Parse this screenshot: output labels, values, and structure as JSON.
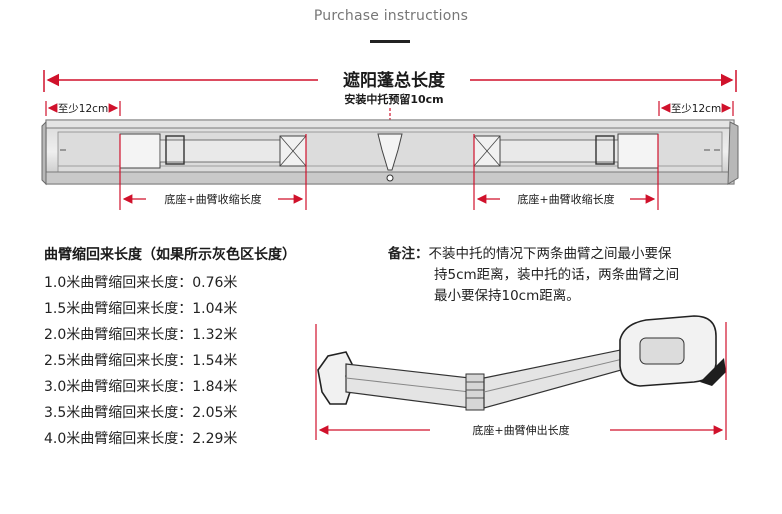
{
  "header": {
    "title": "Purchase instructions"
  },
  "diagram": {
    "total_length": "遮阳蓬总长度",
    "center_bracket": "安装中托预留10cm",
    "min_left": "至少12cm",
    "min_right": "至少12cm",
    "retract_left": "底座+曲臂收缩长度",
    "retract_right": "底座+曲臂收缩长度",
    "extend": "底座+曲臂伸出长度"
  },
  "specs": {
    "title": "曲臂缩回来长度（如果所示灰色区长度）",
    "rows": [
      "1.0米曲臂缩回来长度：0.76米",
      "1.5米曲臂缩回来长度：1.04米",
      "2.0米曲臂缩回来长度：1.32米",
      "2.5米曲臂缩回来长度：1.54米",
      "3.0米曲臂缩回来长度：1.84米",
      "3.5米曲臂缩回来长度：2.05米",
      "4.0米曲臂缩回来长度：2.29米"
    ]
  },
  "note": {
    "label": "备注：",
    "lines": [
      "不装中托的情况下两条曲臂之间最小要保",
      "持5cm距离，装中托的话，两条曲臂之间",
      "最小要保持10cm距离。"
    ]
  },
  "colors": {
    "accent": "#d0112b",
    "frame": "#9a9a9a",
    "text": "#1a1a1a"
  }
}
